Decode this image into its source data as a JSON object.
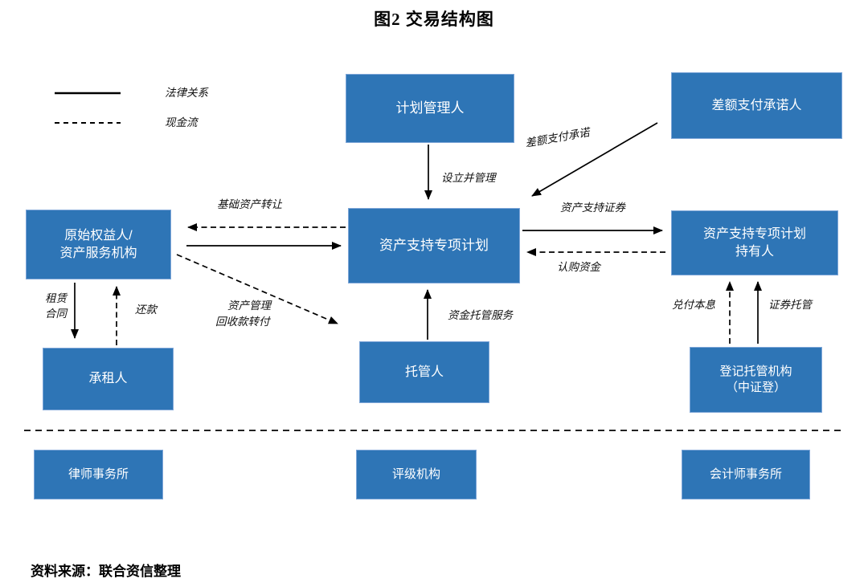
{
  "title": "图2  交易结构图",
  "source": "资料来源：联合资信整理",
  "legend": {
    "legal": "法律关系",
    "cash": "现金流"
  },
  "boxes": {
    "plan_manager": "计划管理人",
    "diff_payment_promisor": "差额支付承诺人",
    "originator_line1": "原始权益人/",
    "originator_line2": "资产服务机构",
    "spv": "资产支持专项计划",
    "holders_line1": "资产支持专项计划",
    "holders_line2": "持有人",
    "lessee": "承租人",
    "custodian": "托管人",
    "registrar_line1": "登记托管机构",
    "registrar_line2": "（中证登）",
    "law_firm": "律师事务所",
    "rating_agency": "评级机构",
    "accounting_firm": "会计师事务所"
  },
  "labels": {
    "establish_manage": "设立并管理",
    "diff_payment_commitment": "差额支付承诺",
    "asset_transfer": "基础资产转让",
    "abs_securities": "资产支持证券",
    "subscription_funds": "认购资金",
    "lease_line1": "租赁",
    "lease_line2": "合同",
    "repayment": "还款",
    "recovery_line1": "资产管理",
    "recovery_line2": "回收款转付",
    "fund_custody": "资金托管服务",
    "principal_interest": "兑付本息",
    "securities_custody": "证券托管"
  },
  "colors": {
    "box_fill": "#2E75B6",
    "box_border": "#7EA6D8",
    "box_text": "#FFFFFF",
    "line": "#000000"
  }
}
